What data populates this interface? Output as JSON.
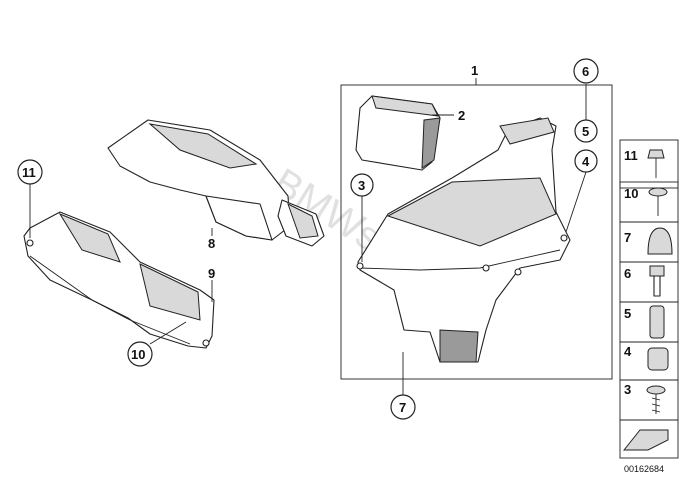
{
  "watermark": "BMWstore.pl",
  "reference_number": "00162684",
  "callouts": {
    "main": [
      "1",
      "2",
      "3",
      "4",
      "5",
      "6",
      "7",
      "8",
      "9",
      "10",
      "11"
    ]
  },
  "legend": {
    "items": [
      "11",
      "10",
      "7",
      "6",
      "5",
      "4",
      "3"
    ]
  }
}
